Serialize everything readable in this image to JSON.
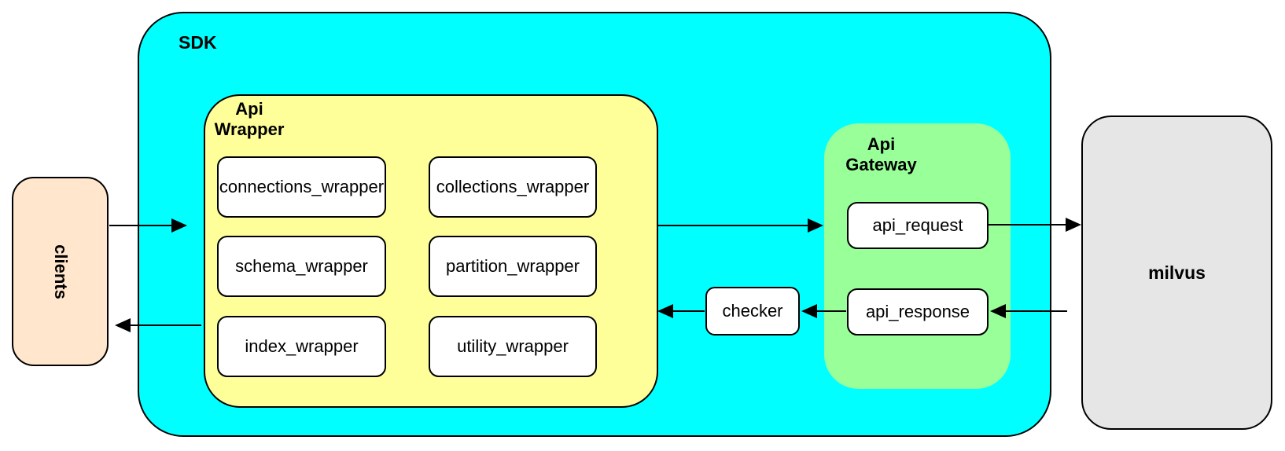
{
  "diagram": {
    "nodes": {
      "clients": {
        "label": "clients",
        "fill": "#FFE6CC"
      },
      "sdk": {
        "label": "SDK",
        "fill": "#00FFFF",
        "api_wrapper": {
          "label": "Api\nWrapper",
          "fill": "#FFFF99",
          "boxes": [
            {
              "label": "connections_wrapper"
            },
            {
              "label": "collections_wrapper"
            },
            {
              "label": "schema_wrapper"
            },
            {
              "label": "partition_wrapper"
            },
            {
              "label": "index_wrapper"
            },
            {
              "label": "utility_wrapper"
            }
          ]
        },
        "checker": {
          "label": "checker",
          "fill": "#FFFFFF"
        },
        "api_gateway": {
          "label": "Api\nGateway",
          "fill": "#99FF99",
          "boxes": [
            {
              "label": "api_request"
            },
            {
              "label": "api_response"
            }
          ]
        }
      },
      "milvus": {
        "label": "milvus",
        "fill": "#E6E6E6"
      }
    },
    "edges": [
      {
        "from": "clients",
        "to": "api_wrapper",
        "direction": "right"
      },
      {
        "from": "api_wrapper",
        "to": "clients",
        "direction": "left"
      },
      {
        "from": "api_wrapper",
        "to": "api_gateway",
        "direction": "right"
      },
      {
        "from": "api_request",
        "to": "milvus",
        "direction": "right"
      },
      {
        "from": "milvus",
        "to": "api_response",
        "direction": "left"
      },
      {
        "from": "api_response",
        "to": "checker",
        "direction": "left"
      },
      {
        "from": "checker",
        "to": "api_wrapper",
        "direction": "left"
      }
    ],
    "colors": {
      "line": "#000000",
      "border": "#000000",
      "background": "#FFFFFF"
    }
  }
}
